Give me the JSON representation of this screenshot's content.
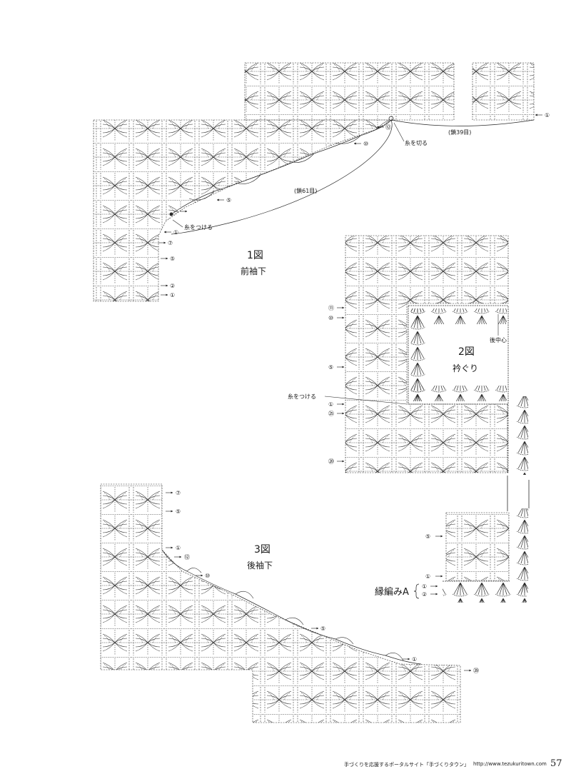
{
  "figure1": {
    "title": "1図",
    "subtitle": "前袖下",
    "chain_top": "(鎖39目)",
    "chain_main": "(鎖61目)",
    "cut_yarn": "糸を切る",
    "attach_yarn": "糸をつける",
    "rows_right": [
      {
        "label": "①",
        "target": "top-right-block"
      },
      {
        "label": "⑫",
        "target": "slope-top"
      },
      {
        "label": "⑩",
        "target": "slope"
      },
      {
        "label": "⑤",
        "target": "slope"
      },
      {
        "label": "①",
        "target": "slope-bottom"
      },
      {
        "label": "⑦",
        "target": "left-edge"
      },
      {
        "label": "⑤",
        "target": "left-edge"
      },
      {
        "label": "②",
        "target": "left-edge"
      },
      {
        "label": "①",
        "target": "left-edge"
      }
    ]
  },
  "figure2": {
    "title": "2図",
    "subtitle": "衿ぐり",
    "center_back": "後中心",
    "attach_yarn": "糸をつける",
    "rows_left": [
      "⑪",
      "⑩",
      "⑤",
      "①",
      "㉕",
      "⑳"
    ],
    "edging_label": "縁編みA",
    "edging_rows": [
      "①",
      "②"
    ],
    "small_block_rows": [
      "⑤",
      "①"
    ]
  },
  "figure3": {
    "title": "3図",
    "subtitle": "後袖下",
    "rows": [
      "⑦",
      "⑤",
      "①",
      "⑫",
      "⑩",
      "⑤",
      "①",
      "㊴"
    ]
  },
  "footer": {
    "site_text": "手づくりを応援するポータルサイト「手づくりタウン」",
    "url": "http://www.tezukuritown.com",
    "page_number": "57"
  }
}
